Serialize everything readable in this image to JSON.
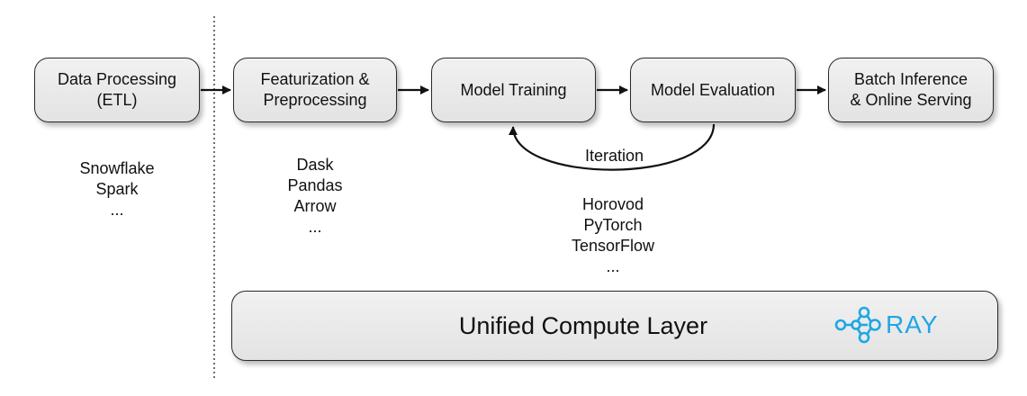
{
  "stages": {
    "etl": "Data Processing\n(ETL)",
    "featurization": "Featurization &\nPreprocessing",
    "training": "Model Training",
    "evaluation": "Model Evaluation",
    "serving": "Batch Inference\n& Online Serving"
  },
  "iteration_label": "Iteration",
  "tools": {
    "etl": [
      "Snowflake",
      "Spark",
      "..."
    ],
    "featurization": [
      "Dask",
      "Pandas",
      "Arrow",
      "..."
    ],
    "training": [
      "Horovod",
      "PyTorch",
      "TensorFlow",
      "..."
    ]
  },
  "compute_layer": {
    "title": "Unified Compute Layer",
    "logo_text": "RAY",
    "logo_color": "#1ea7e4"
  },
  "colors": {
    "box_fill_top": "#f1f1f1",
    "box_fill_bottom": "#e3e3e3",
    "stroke": "#111111"
  }
}
